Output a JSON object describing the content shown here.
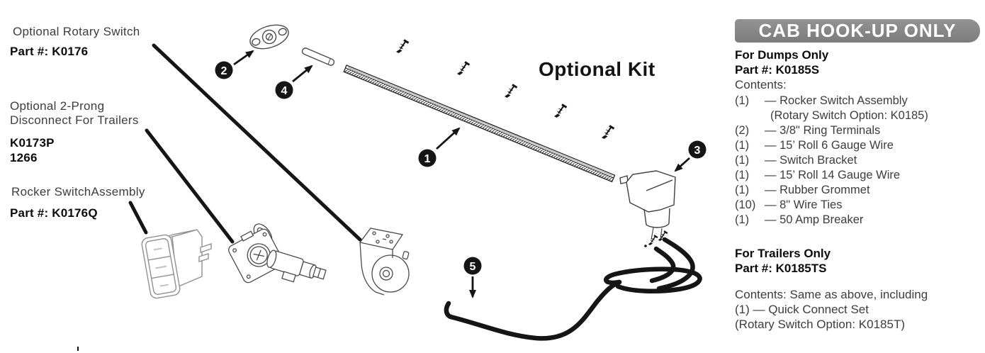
{
  "colors": {
    "header_bg": "#858585",
    "header_text": "#ffffff",
    "body_text": "#3d3d3d",
    "line_art": "#151515"
  },
  "diagram": {
    "title": "Optional Kit",
    "callouts": [
      "1",
      "2",
      "3",
      "4",
      "5"
    ],
    "labels": {
      "rotary": {
        "line1": "Optional Rotary Switch",
        "part": "Part #: K0176"
      },
      "disconnect": {
        "line1": "Optional 2-Prong",
        "line2": "Disconnect For Trailers",
        "part1": "K0173P",
        "part2": "1266"
      },
      "rocker": {
        "line1": "Rocker SwitchAssembly",
        "part": "Part #: K0176Q"
      }
    }
  },
  "panel": {
    "header": "CAB HOOK-UP ONLY",
    "dumps": {
      "heading": "For Dumps Only",
      "part": "Part #: K0185S",
      "contents_label": "Contents:",
      "items": [
        {
          "qty": "(1)",
          "text": "— Rocker Switch Assembly"
        },
        {
          "qty": "",
          "text": "(Rotary Switch Option: K0185)"
        },
        {
          "qty": "(2)",
          "text": "— 3/8\" Ring Terminals"
        },
        {
          "qty": "(1)",
          "text": "— 15’ Roll 6 Gauge Wire"
        },
        {
          "qty": "(1)",
          "text": "— Switch Bracket"
        },
        {
          "qty": "(1)",
          "text": "— 15’ Roll 14 Gauge Wire"
        },
        {
          "qty": "(1)",
          "text": "— Rubber Grommet"
        },
        {
          "qty": "(10)",
          "text": "— 8\" Wire Ties"
        },
        {
          "qty": "(1)",
          "text": "— 50 Amp Breaker"
        }
      ]
    },
    "trailers": {
      "heading": "For Trailers Only",
      "part": "Part #: K0185TS",
      "line1": "Contents: Same as above, including",
      "line2": "(1) — Quick Connect Set",
      "line3": "(Rotary Switch Option: K0185T)"
    }
  }
}
